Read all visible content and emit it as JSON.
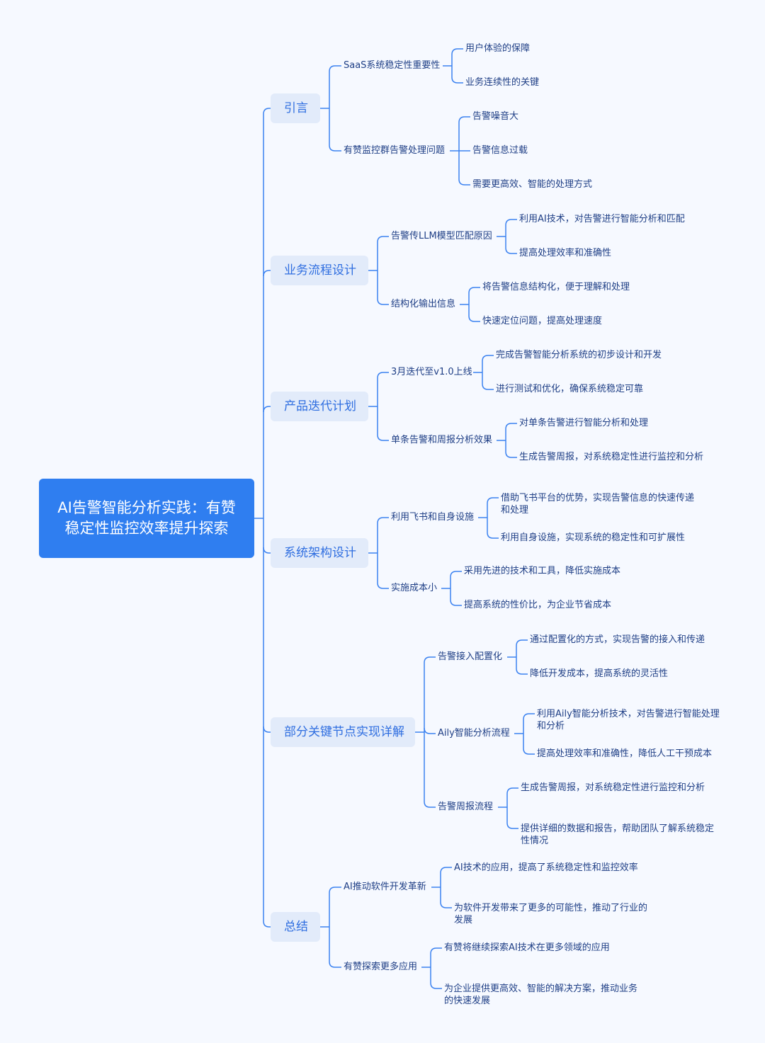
{
  "root": {
    "title": "AI告警智能分析实践：有赞稳定性监控效率提升探索"
  },
  "branches": [
    {
      "label": "引言",
      "children": [
        {
          "label": "SaaS系统稳定性重要性",
          "leaves": [
            "用户体验的保障",
            "业务连续性的关键"
          ]
        },
        {
          "label": "有赞监控群告警处理问题",
          "leaves": [
            "告警噪音大",
            "告警信息过载",
            "需要更高效、智能的处理方式"
          ]
        }
      ]
    },
    {
      "label": "业务流程设计",
      "children": [
        {
          "label": "告警传LLM模型匹配原因",
          "leaves": [
            "利用AI技术，对告警进行智能分析和匹配",
            "提高处理效率和准确性"
          ]
        },
        {
          "label": "结构化输出信息",
          "leaves": [
            "将告警信息结构化，便于理解和处理",
            "快速定位问题，提高处理速度"
          ]
        }
      ]
    },
    {
      "label": "产品迭代计划",
      "children": [
        {
          "label": "3月迭代至v1.0上线",
          "leaves": [
            "完成告警智能分析系统的初步设计和开发",
            "进行测试和优化，确保系统稳定可靠"
          ]
        },
        {
          "label": "单条告警和周报分析效果",
          "leaves": [
            "对单条告警进行智能分析和处理",
            "生成告警周报，对系统稳定性进行监控和分析"
          ]
        }
      ]
    },
    {
      "label": "系统架构设计",
      "children": [
        {
          "label": "利用飞书和自身设施",
          "leaves": [
            "借助飞书平台的优势，实现告警信息的快速传递和处理",
            "利用自身设施，实现系统的稳定性和可扩展性"
          ]
        },
        {
          "label": "实施成本小",
          "leaves": [
            "采用先进的技术和工具，降低实施成本",
            "提高系统的性价比，为企业节省成本"
          ]
        }
      ]
    },
    {
      "label": "部分关键节点实现详解",
      "children": [
        {
          "label": "告警接入配置化",
          "leaves": [
            "通过配置化的方式，实现告警的接入和传递",
            "降低开发成本，提高系统的灵活性"
          ]
        },
        {
          "label": "Aily智能分析流程",
          "leaves": [
            "利用Aily智能分析技术，对告警进行智能处理和分析",
            "提高处理效率和准确性，降低人工干预成本"
          ]
        },
        {
          "label": "告警周报流程",
          "leaves": [
            "生成告警周报，对系统稳定性进行监控和分析",
            "提供详细的数据和报告，帮助团队了解系统稳定性情况"
          ]
        }
      ]
    },
    {
      "label": "总结",
      "children": [
        {
          "label": "AI推动软件开发革新",
          "leaves": [
            "AI技术的应用，提高了系统稳定性和监控效率",
            "为软件开发带来了更多的可能性，推动了行业的发展"
          ]
        },
        {
          "label": "有赞探索更多应用",
          "leaves": [
            "有赞将继续探索AI技术在更多领域的应用",
            "为企业提供更高效、智能的解决方案，推动业务的快速发展"
          ]
        }
      ]
    }
  ],
  "colors": {
    "background": "#f6f9ff",
    "root_fill": "#2f7ef0",
    "branch_fill": "#e2ebfa",
    "branch_text": "#2f6ee0",
    "node_text": "#1f3f86",
    "connector": "#3b82f0"
  }
}
